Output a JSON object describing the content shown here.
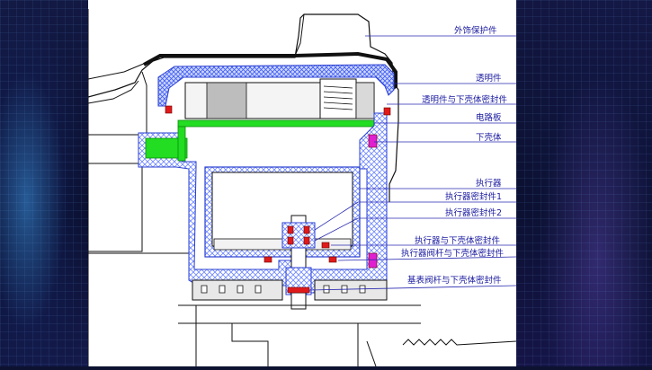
{
  "labels": {
    "outer_shell": "外饰保护件",
    "transparent_part": "透明件",
    "transparent_seal": "透明件与下壳体密封件",
    "circuit_board": "电路板",
    "lower_housing": "下壳体",
    "actuator": "执行器",
    "actuator_seal_1": "执行器密封件1",
    "actuator_seal_2": "执行器密封件2",
    "actuator_housing_seal": "执行器与下壳体密封件",
    "actuator_valve_seal": "执行器阀杆与下壳体密封件",
    "meter_valve_seal": "基表阀杆与下壳体密封件"
  },
  "colors": {
    "background": "#0c1230",
    "label_text": "#1a1aa0",
    "leader_line": "#2a2ab0",
    "seal_red": "#e01a1a",
    "seal_magenta": "#e020d0",
    "circuit_green": "#22dd22",
    "housing_hatch": "#4a66ff"
  }
}
